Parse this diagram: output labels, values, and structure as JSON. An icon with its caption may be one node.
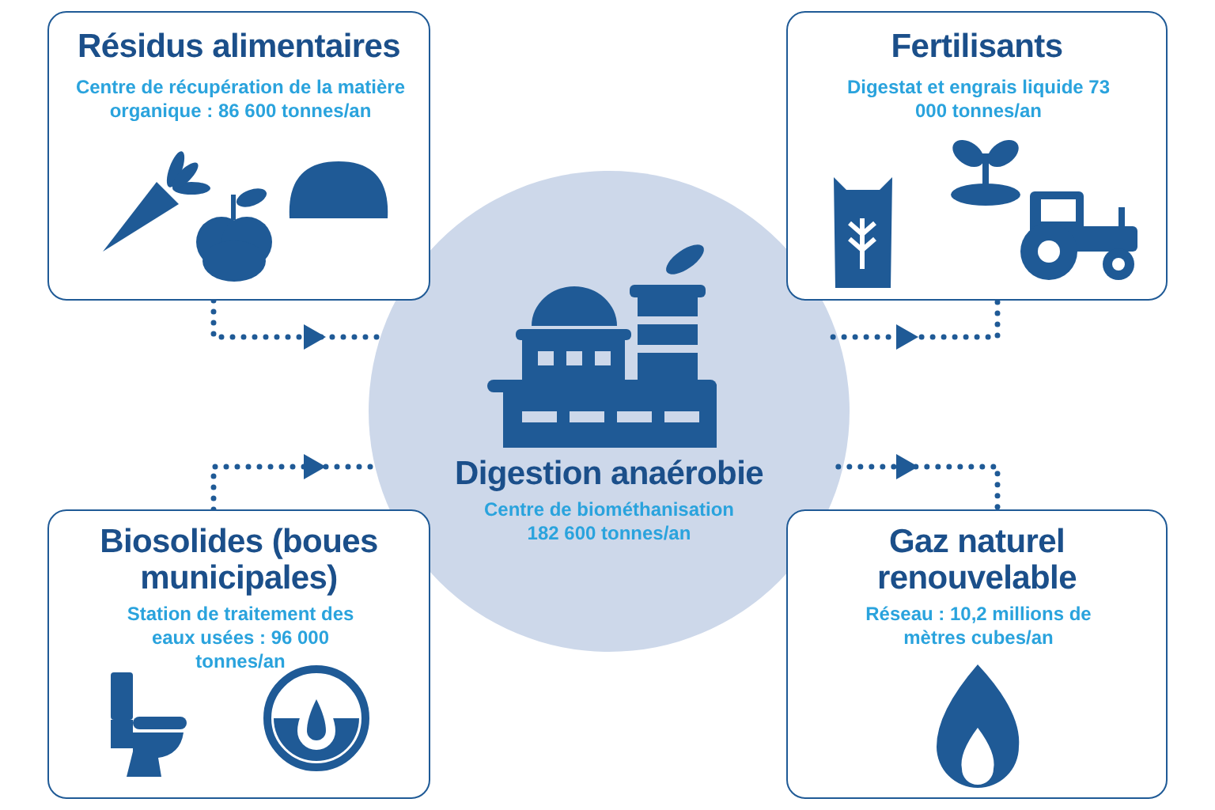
{
  "diagram": {
    "nodes": [
      {
        "text": [
          "Résidus alimentaires",
          "Centre de récupération de la matière organique : 86 600 tonnes/an"
        ]
      },
      {
        "text": [
          "Fertilisants",
          "Digestat et engrais liquide 73 000 tonnes/an"
        ]
      },
      {
        "text": [
          "Digestion anaérobie",
          "Centre de biométhanisation 182 600 tonnes/an"
        ]
      },
      {
        "text": [
          "Biosolides (boues municipales)",
          "Station de traitement des eaux usées : 96 000 tonnes/an"
        ]
      },
      {
        "text": [
          "Gaz naturel renouvelable",
          "Réseau : 10,2 millions de mètres cubes/an"
        ]
      }
    ],
    "edges": [
      {
        "from": 0,
        "to": 2,
        "arrow": "to",
        "style": "dashed"
      },
      {
        "from": 2,
        "to": 1,
        "arrow": "to",
        "style": "dashed"
      },
      {
        "from": 3,
        "to": 2,
        "arrow": "to",
        "style": "dashed"
      },
      {
        "from": 2,
        "to": 4,
        "arrow": "to",
        "style": "dashed"
      }
    ]
  }
}
